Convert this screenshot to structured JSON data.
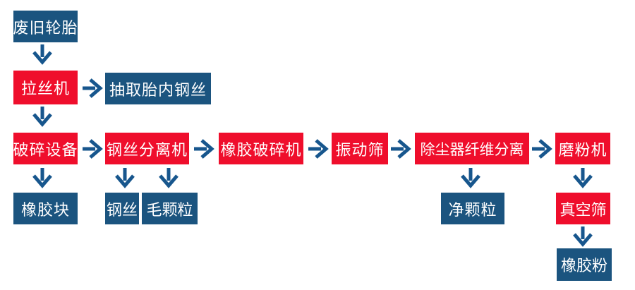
{
  "diagram": {
    "description": "Waste tire recycling process flowchart",
    "colors": {
      "process_box": "#ef0e2c",
      "material_box": "#1b547f",
      "arrow": "#17568d",
      "text": "#ffffff"
    },
    "nodes": [
      {
        "id": "waste-tires",
        "label": "废旧轮胎",
        "type": "material"
      },
      {
        "id": "wire-drawing-machine",
        "label": "拉丝机",
        "type": "process"
      },
      {
        "id": "extract-tire-steel-wire",
        "label": "抽取胎内钢丝",
        "type": "material"
      },
      {
        "id": "crushing-equipment",
        "label": "破碎设备",
        "type": "process"
      },
      {
        "id": "steel-wire-separator",
        "label": "钢丝分离机",
        "type": "process"
      },
      {
        "id": "rubber-crusher",
        "label": "橡胶破碎机",
        "type": "process"
      },
      {
        "id": "vibrating-screen",
        "label": "振动筛",
        "type": "process"
      },
      {
        "id": "dust-collector-fiber-separation",
        "label": "除尘器纤维分离",
        "type": "process"
      },
      {
        "id": "grinding-machine",
        "label": "磨粉机",
        "type": "process"
      },
      {
        "id": "rubber-block",
        "label": "橡胶块",
        "type": "material"
      },
      {
        "id": "steel-wire",
        "label": "钢丝",
        "type": "material"
      },
      {
        "id": "coarse-granules",
        "label": "毛颗粒",
        "type": "material"
      },
      {
        "id": "clean-granules",
        "label": "净颗粒",
        "type": "material"
      },
      {
        "id": "vacuum-screen",
        "label": "真空筛",
        "type": "process"
      },
      {
        "id": "rubber-powder",
        "label": "橡胶粉",
        "type": "material"
      }
    ],
    "edges": [
      {
        "from": "废旧轮胎",
        "to": "拉丝机",
        "direction": "down"
      },
      {
        "from": "拉丝机",
        "to": "抽取胎内钢丝",
        "direction": "right"
      },
      {
        "from": "拉丝机",
        "to": "破碎设备",
        "direction": "down"
      },
      {
        "from": "破碎设备",
        "to": "钢丝分离机",
        "direction": "right"
      },
      {
        "from": "破碎设备",
        "to": "橡胶块",
        "direction": "down"
      },
      {
        "from": "钢丝分离机",
        "to": "橡胶破碎机",
        "direction": "right"
      },
      {
        "from": "钢丝分离机",
        "to": "钢丝",
        "direction": "down"
      },
      {
        "from": "钢丝分离机",
        "to": "毛颗粒",
        "direction": "down"
      },
      {
        "from": "橡胶破碎机",
        "to": "振动筛",
        "direction": "right"
      },
      {
        "from": "振动筛",
        "to": "除尘器纤维分离",
        "direction": "right"
      },
      {
        "from": "除尘器纤维分离",
        "to": "磨粉机",
        "direction": "right"
      },
      {
        "from": "除尘器纤维分离",
        "to": "净颗粒",
        "direction": "down"
      },
      {
        "from": "磨粉机",
        "to": "真空筛",
        "direction": "down"
      },
      {
        "from": "真空筛",
        "to": "橡胶粉",
        "direction": "down"
      }
    ]
  }
}
